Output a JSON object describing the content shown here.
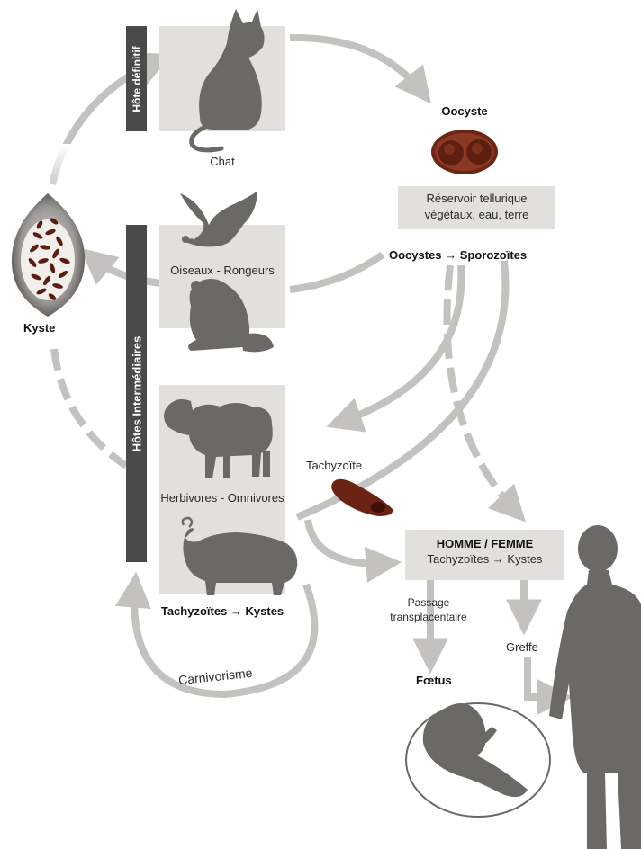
{
  "labels": {
    "hote_definitif": "Hôte définitif",
    "hotes_intermediaires": "Hôtes Intermédiaires",
    "chat": "Chat",
    "oocyste": "Oocyste",
    "reservoir_line1": "Réservoir tellurique",
    "reservoir_line2": "végétaux, eau, terre",
    "oocystes_sporozoites": "Oocystes → Sporozoïtes",
    "kyste": "Kyste",
    "oiseaux_rongeurs": "Oiseaux - Rongeurs",
    "herbivores_omnivores": "Herbivores - Omnivores",
    "tachyzoite": "Tachyzoïte",
    "tachyzoites_kystes_left": "Tachyzoïtes → Kystes",
    "homme_femme": "HOMME / FEMME",
    "tachyzoites_kystes_right": "Tachyzoïtes → Kystes",
    "passage_line1": "Passage",
    "passage_line2": "transplacentaire",
    "greffe": "Greffe",
    "foetus": "Fœtus",
    "carnivorisme": "Carnivorisme"
  },
  "icons": {
    "cat": "cat-icon",
    "bird": "bird-icon",
    "rodent": "rodent-icon",
    "sheep": "sheep-icon",
    "pig": "pig-icon",
    "human": "human-icon",
    "fetus": "fetus-icon",
    "oocyst": "oocyst-icon",
    "cyst": "cyst-icon",
    "tachyzoite": "tachyzoite-icon"
  },
  "colors": {
    "arrow": "#c4c2bf",
    "box": "#e2e0dd",
    "band": "#4a4a4a",
    "silhouette": "#6b6965",
    "parasite": "#7a2a18"
  }
}
